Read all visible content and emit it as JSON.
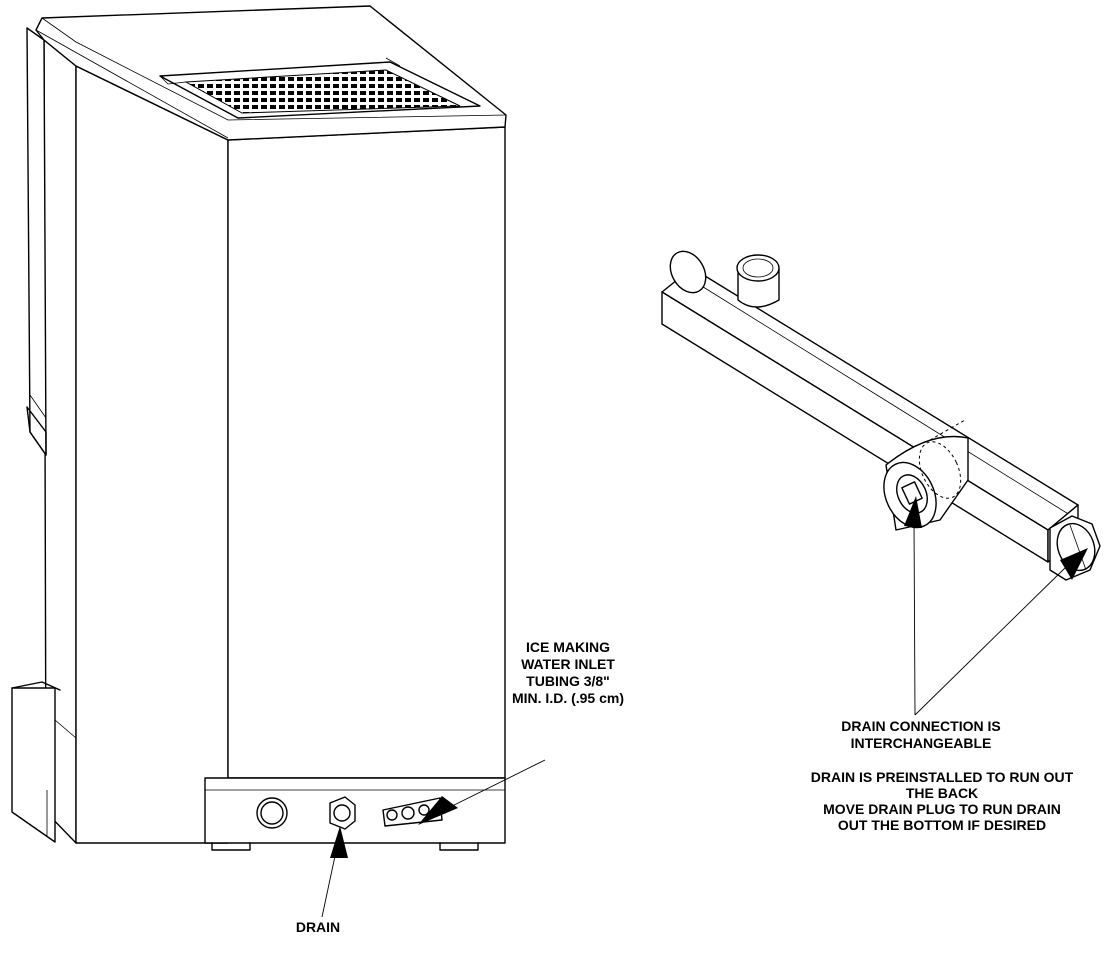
{
  "labels": {
    "ice_inlet": [
      "ICE MAKING",
      "WATER INLET",
      "TUBING 3/8\"",
      "MIN. I.D. (.95 cm)"
    ],
    "drain": "DRAIN",
    "drain_connection": [
      "DRAIN CONNECTION IS",
      "INTERCHANGEABLE"
    ],
    "drain_note": [
      "DRAIN IS PREINSTALLED TO RUN OUT",
      "THE BACK",
      "MOVE DRAIN PLUG TO RUN DRAIN",
      "OUT THE BOTTOM IF DESIRED"
    ]
  },
  "colors": {
    "line": "#000000",
    "background": "#ffffff"
  }
}
